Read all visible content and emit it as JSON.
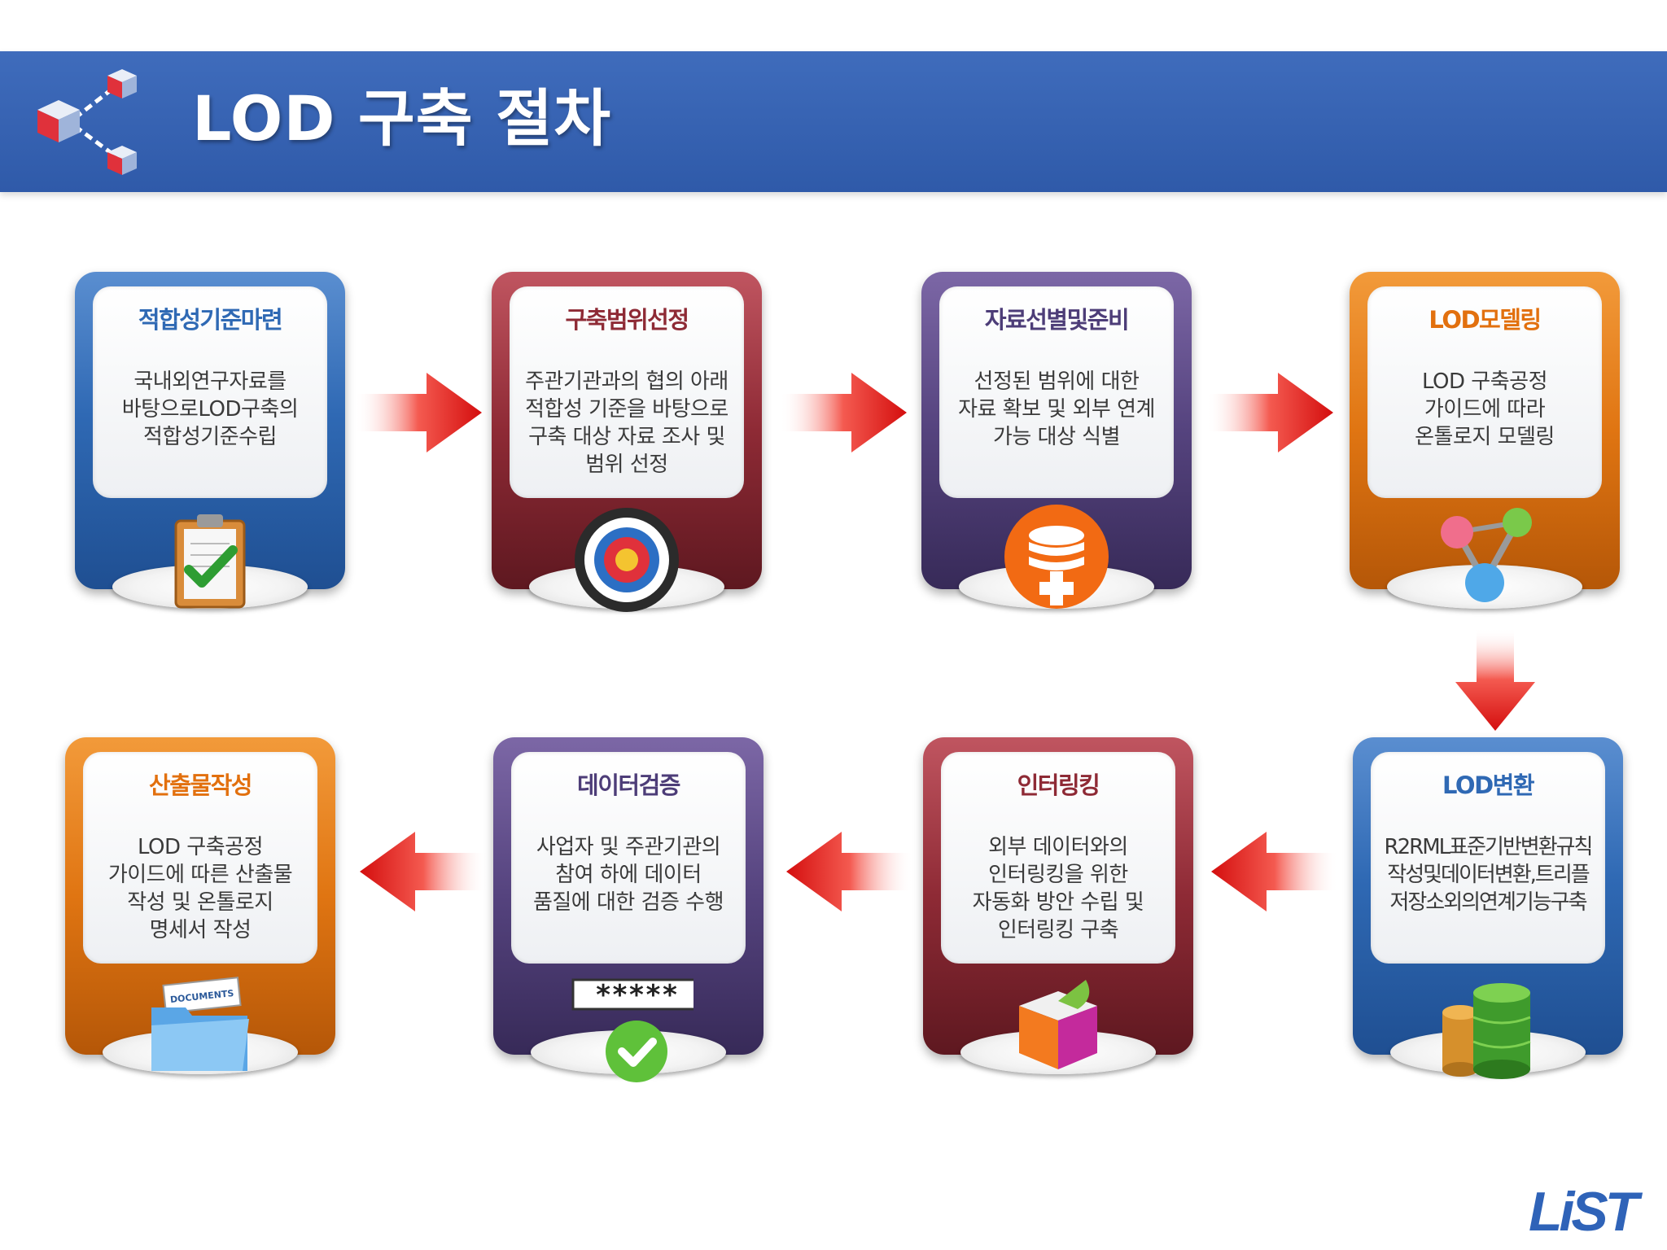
{
  "header": {
    "title": "LOD 구축 절차"
  },
  "steps": [
    {
      "title": "적합성기준마련",
      "desc": "국내외연구자료를\n바탕으로LOD구축의\n적합성기준수립",
      "color": "blue",
      "icon": "clipboard-check-icon"
    },
    {
      "title": "구축범위선정",
      "desc": "주관기관과의 협의 아래\n적합성 기준을 바탕으로\n구축 대상 자료 조사 및\n범위 선정",
      "color": "red",
      "icon": "target-icon"
    },
    {
      "title": "자료선별및준비",
      "desc": "선정된 범위에 대한\n자료 확보 및 외부 연계\n가능 대상 식별",
      "color": "purple",
      "icon": "database-add-icon"
    },
    {
      "title": "LOD모델링",
      "desc": "LOD 구축공정\n가이드에 따라\n온톨로지 모델링",
      "color": "orange",
      "icon": "molecule-icon"
    },
    {
      "title": "LOD변환",
      "desc": "R2RML표준기반변환규칙\n작성및데이터변환,트리플\n저장소외의연계기능구축",
      "color": "blue",
      "icon": "database-stack-icon"
    },
    {
      "title": "인터링킹",
      "desc": "외부 데이터와의\n인터링킹을 위한\n자동화 방안 수립 및\n인터링킹 구축",
      "color": "red",
      "icon": "cube-icon"
    },
    {
      "title": "데이터검증",
      "desc": "사업자 및 주관기관의\n참여 하에 데이터\n품질에 대한 검증 수행",
      "color": "purple",
      "icon": "password-check-icon",
      "icon_text": "*****"
    },
    {
      "title": "산출물작성",
      "desc": "LOD 구축공정\n가이드에 따른 산출물\n작성 및 온톨로지\n명세서 작성",
      "color": "orange",
      "icon": "documents-folder-icon",
      "icon_text": "DOCUMENTS"
    }
  ],
  "arrows": [
    "arrow-right-icon",
    "arrow-right-icon",
    "arrow-right-icon",
    "arrow-down-icon",
    "arrow-left-icon",
    "arrow-left-icon",
    "arrow-left-icon"
  ],
  "footer": {
    "logo_text": "LiST"
  }
}
